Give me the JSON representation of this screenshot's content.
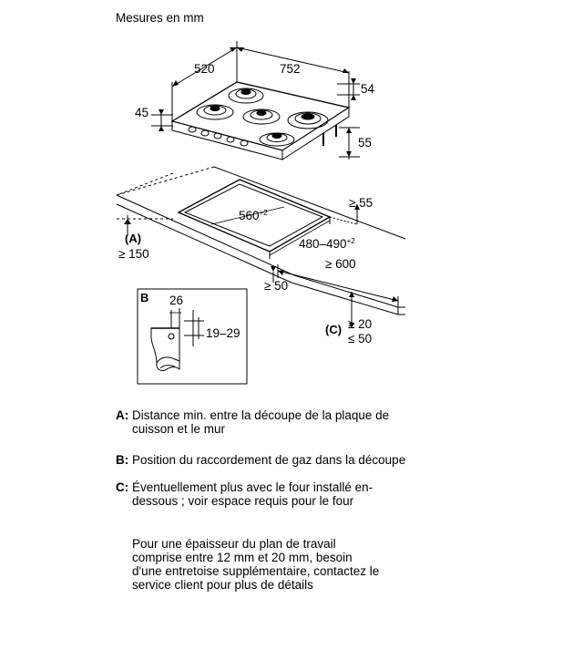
{
  "title": "Mesures en mm",
  "dimensions": {
    "hob_depth": "520",
    "hob_width": "752",
    "top_offset": "54",
    "left_height": "45",
    "gas_height": "55",
    "cutout_width": "560",
    "cutout_width_sup": "+2",
    "cutout_depth": "480–490",
    "cutout_depth_sup": "+2",
    "back_min": "≥ 55",
    "wall_min": "≥ 150",
    "front_min": "≥ 600",
    "side_min": "≥ 50",
    "thickness_min": "≥ 20",
    "thickness_max": "≤ 50",
    "detail_width": "26",
    "detail_range": "19–29"
  },
  "callouts": {
    "a": "(A)",
    "b": "B",
    "c": "(C)"
  },
  "legend": [
    {
      "key": "A:",
      "text": "Distance min. entre la découpe de la plaque de cuisson et le mur"
    },
    {
      "key": "B:",
      "text": "Position du raccordement de gaz dans la découpe"
    },
    {
      "key": "C:",
      "text": "Éventuellement plus avec le four installé en-dessous ; voir espace requis pour le four"
    }
  ],
  "note": "Pour une épaisseur du plan de travail comprise entre 12 mm et 20 mm, besoin d'une entretoise supplémentaire, contactez le service client pour plus de détails"
}
